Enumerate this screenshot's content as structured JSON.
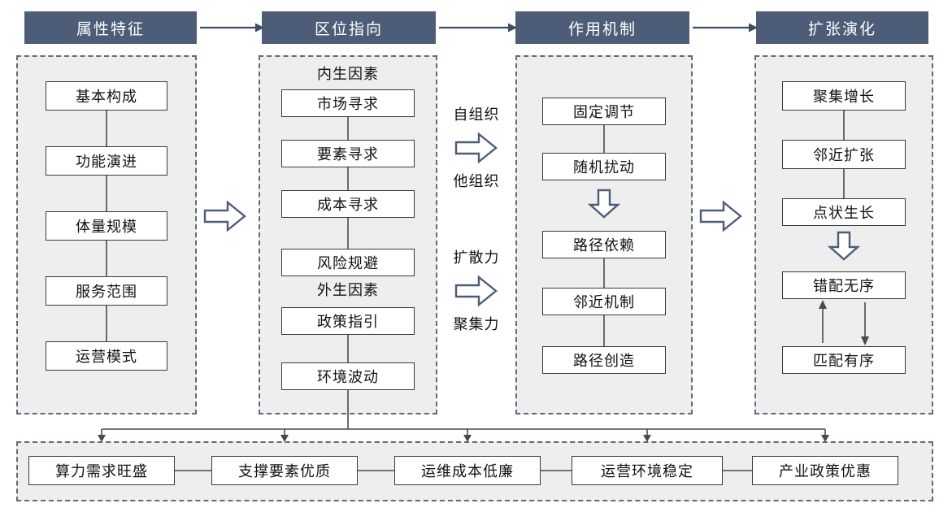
{
  "headers": [
    "属性特征",
    "区位指向",
    "作用机制",
    "扩张演化"
  ],
  "col1": {
    "items": [
      "基本构成",
      "功能演进",
      "体量规模",
      "服务范围",
      "运营模式"
    ]
  },
  "col2": {
    "label_endogenous": "内生因素",
    "items_endogenous": [
      "市场寻求",
      "要素寻求",
      "成本寻求",
      "风险规避"
    ],
    "label_exogenous": "外生因素",
    "items_exogenous": [
      "政策指引",
      "环境波动"
    ]
  },
  "mid": {
    "self_organization": "自组织",
    "hetero_organization": "他组织",
    "diffusion_force": "扩散力",
    "agglomeration_force": "聚集力"
  },
  "col3": {
    "items_top": [
      "固定调节",
      "随机扰动"
    ],
    "items_bottom": [
      "路径依赖",
      "邻近机制",
      "路径创造"
    ]
  },
  "col4": {
    "items_top": [
      "聚集增长",
      "邻近扩张",
      "点状生长"
    ],
    "items_bottom": [
      "错配无序",
      "匹配有序"
    ]
  },
  "bottom": {
    "items": [
      "算力需求旺盛",
      "支撑要素优质",
      "运维成本低廉",
      "运营环境稳定",
      "产业政策优惠"
    ]
  },
  "colors": {
    "header_bg": "#4d5d77",
    "panel_bg": "#eeeeee",
    "panel_border": "#5c6b80",
    "box_border": "#3a3a3a",
    "line": "#4a4a4a",
    "arrow": "#3d4d63",
    "accent": "#4d5d77"
  }
}
